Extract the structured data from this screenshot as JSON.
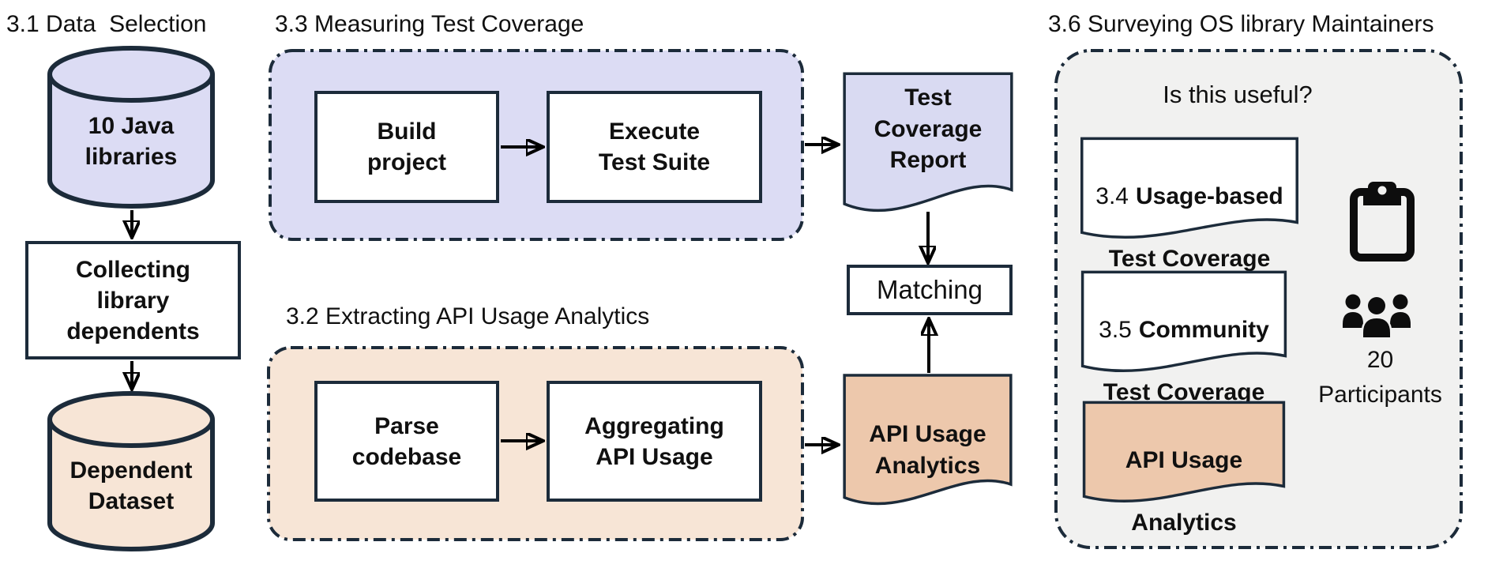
{
  "colors": {
    "navy": "#1c2b3a",
    "ink": "#101010",
    "arrow": "#000000",
    "purple_fill": "#dcdcf4",
    "purple_doc": "#d9daf2",
    "peach_fill": "#f7e5d6",
    "orange_doc": "#edc8ac",
    "gray_fill": "#f1f1f0",
    "white": "#ffffff"
  },
  "data_selection": {
    "title": "3.1 Data  Selection",
    "source_db_label": "10 Java\nlibraries",
    "process_label": "Collecting\nlibrary\ndependents",
    "result_db_label": "Dependent\nDataset"
  },
  "measuring_coverage": {
    "title": "3.3 Measuring Test Coverage",
    "step1_label": "Build\nproject",
    "step2_label": "Execute\nTest Suite",
    "output_label": "Test\nCoverage\nReport"
  },
  "extracting_usage": {
    "title": "3.2 Extracting API Usage Analytics",
    "step1_label": "Parse\ncodebase",
    "step2_label": "Aggregating\nAPI Usage",
    "output_label": "API Usage\nAnalytics"
  },
  "matching": {
    "label": "Matching"
  },
  "survey": {
    "title": "3.6 Surveying OS library Maintainers",
    "question": "Is this useful?",
    "doc_usage_based": {
      "prefix": "3.4",
      "bold_line1": "Usage-based",
      "bold_line2": "Test Coverage"
    },
    "doc_community": {
      "prefix": "3.5",
      "bold_line1": "Community",
      "bold_line2": "Test Coverage"
    },
    "doc_api_usage": {
      "bold_line1": "API Usage",
      "bold_line2": "Analytics"
    },
    "participants_label": "20\nParticipants"
  }
}
